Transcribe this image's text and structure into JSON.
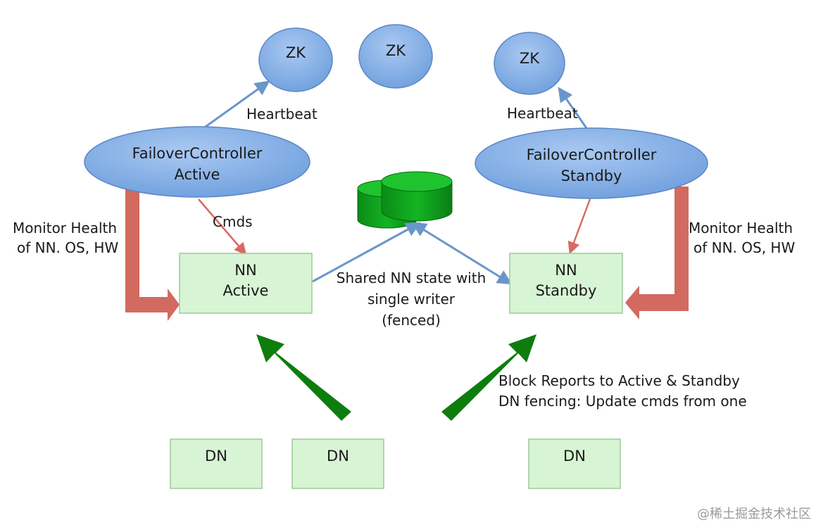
{
  "colors": {
    "zk_fill": "#7aa6e0",
    "zk_stroke": "#5b86c4",
    "nn_fill": "#d7f4d4",
    "nn_stroke": "#9ccb97",
    "heartbeat_arrow": "#6a96cc",
    "cmd_arrow": "#d96a62",
    "monitor_arrow": "#d26a60",
    "block_report_arrow": "#0d7d0d",
    "disk_fill": "#0a9a18",
    "disk_top": "#14b524"
  },
  "nodes": {
    "zk_left": "ZK",
    "zk_middle": "ZK",
    "zk_right": "ZK",
    "fc_active_line1": "FailoverController",
    "fc_active_line2": "Active",
    "fc_standby_line1": "FailoverController",
    "fc_standby_line2": "Standby",
    "nn_active_line1": "NN",
    "nn_active_line2": "Active",
    "nn_standby_line1": "NN",
    "nn_standby_line2": "Standby",
    "dn_1": "DN",
    "dn_2": "DN",
    "dn_3": "DN"
  },
  "labels": {
    "heartbeat_left": "Heartbeat",
    "heartbeat_right": "Heartbeat",
    "cmds": "Cmds",
    "monitor_left_line1": "Monitor Health",
    "monitor_left_line2": "of NN. OS, HW",
    "monitor_right_line1": "Monitor Health",
    "monitor_right_line2": "of NN. OS, HW",
    "shared_line1": "Shared NN state with",
    "shared_line2": "single writer",
    "shared_line3": "(fenced)",
    "block_line1": "Block Reports to Active & Standby",
    "block_line2": "DN fencing: Update cmds from one"
  },
  "watermark": "@稀土掘金技术社区"
}
